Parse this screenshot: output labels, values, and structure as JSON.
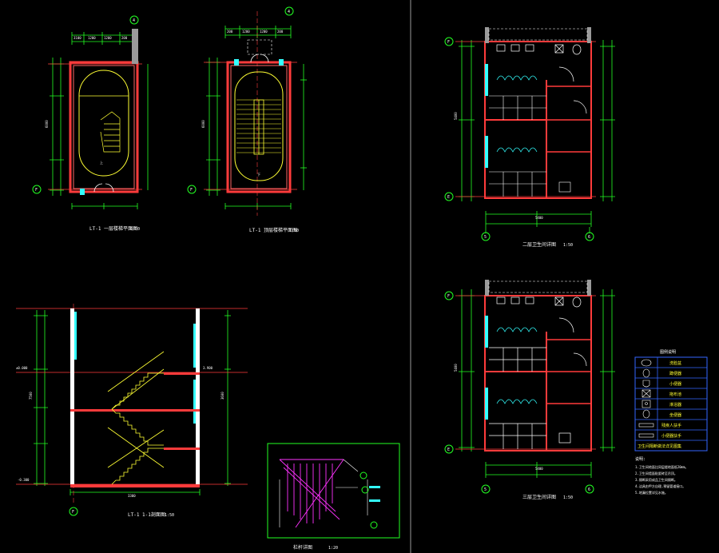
{
  "colors": {
    "background": "#000000",
    "wall": "#ff3b3b",
    "dimension": "#22ff22",
    "detail": "#ffff33",
    "text": "#ffffff",
    "door": "#ffffff",
    "window": "#33ffff",
    "magenta": "#ff33ff",
    "blue": "#3366ff",
    "divider": "#9a9a9a"
  },
  "drawings": {
    "stair_plan_1": {
      "caption": "LT-1 一层楼梯平面图",
      "scale": "1:50"
    },
    "stair_plan_2": {
      "caption": "LT-1 顶层楼梯平面图",
      "scale": "1:50"
    },
    "section": {
      "caption": "LT-1 1-1剖面图",
      "scale": "1:50"
    },
    "railing": {
      "caption": "栏杆详图",
      "scale": "1:20"
    },
    "toilet_plan_1": {
      "caption": "二层卫生间详图",
      "scale": "1:50"
    },
    "toilet_plan_2": {
      "caption": "三层卫生间详图",
      "scale": "1:50"
    }
  },
  "grid": {
    "f": "F",
    "e": "E",
    "five": "5",
    "six": "6",
    "four": "4"
  },
  "levels": {
    "top": "3.900",
    "mid": "±0.000",
    "low": "-0.300"
  },
  "legend": {
    "title": "图例说明",
    "items": [
      "洗脸盆",
      "蹲便器",
      "小便器",
      "拖布池",
      "淋浴器",
      "坐便器",
      "残疾人扶手",
      "小便器扶手",
      "卫生间隔断做法详见图集"
    ]
  },
  "notes": {
    "title": "说明:",
    "lines": [
      "1.卫生间地面比同层楼地面低20mm。",
      "2.卫生间墙面贴瓷砖至吊顶。",
      "3.隔断采用成品卫生间隔断。",
      "4.洁具由甲方自理,预留管道接口。",
      "5.地漏位置详见水施。"
    ]
  }
}
